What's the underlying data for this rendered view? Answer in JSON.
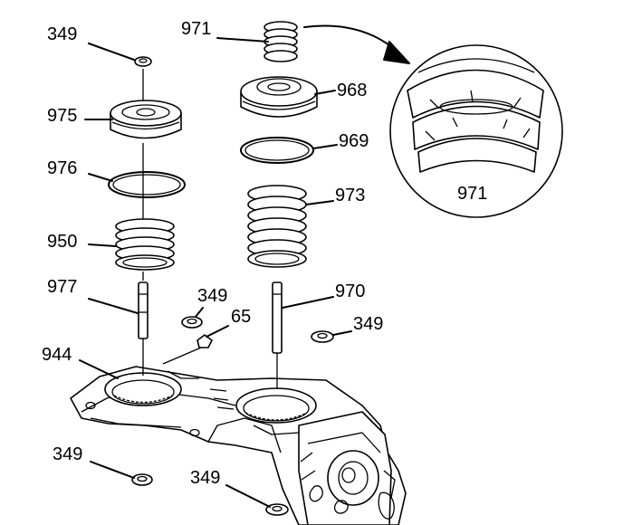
{
  "callouts": {
    "c349_top": "349",
    "c975": "975",
    "c976": "976",
    "c950": "950",
    "c977": "977",
    "c349_mid": "349",
    "c65": "65",
    "c944": "944",
    "c349_bl": "349",
    "c349_bm": "349",
    "c971": "971",
    "c968": "968",
    "c969": "969",
    "c973": "973",
    "c970": "970",
    "c349_r": "349",
    "c971_detail": "971"
  },
  "colors": {
    "ink": "#000000",
    "paper": "#ffffff"
  }
}
